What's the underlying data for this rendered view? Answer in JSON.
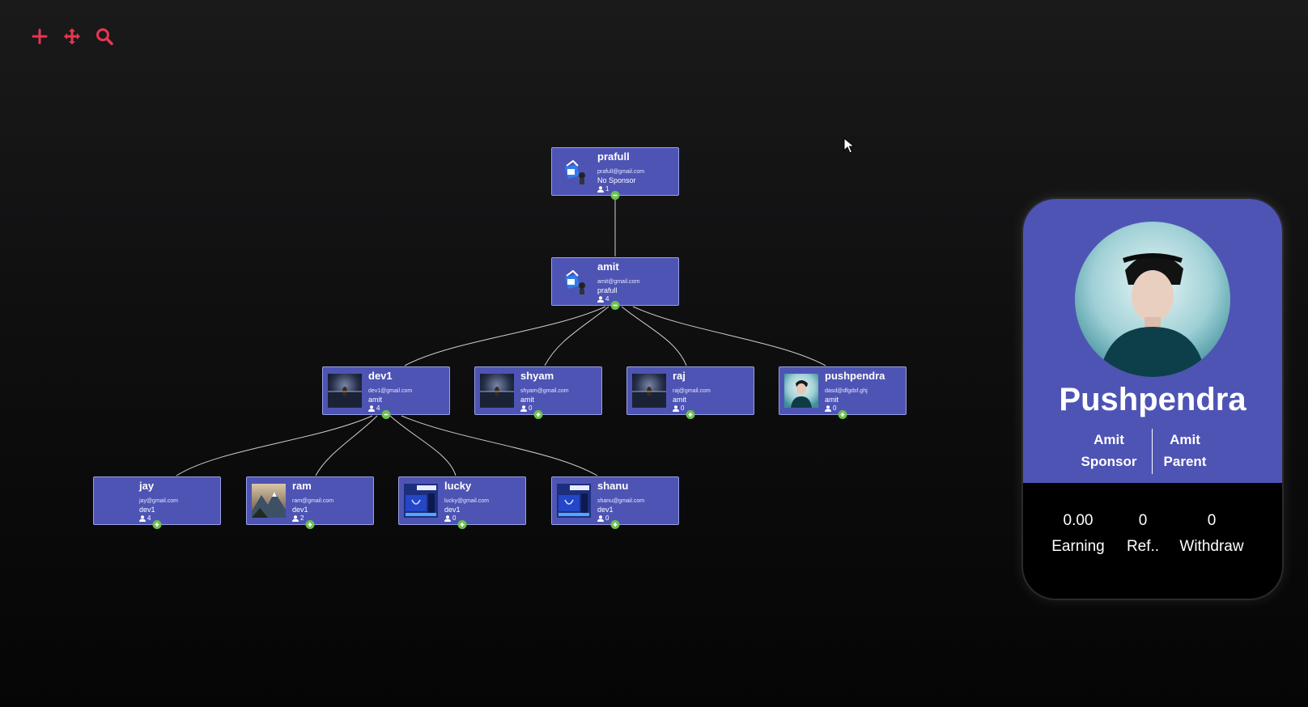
{
  "toolbar": {
    "icons": [
      "plus-icon",
      "move-icon",
      "search-icon"
    ],
    "accent": "#e8364e"
  },
  "colors": {
    "node_bg": "#4e54b4",
    "node_border": "#9aa0e6",
    "toggle": "#6cc24a",
    "link": "#cfcfcf"
  },
  "tree": {
    "prafull": {
      "name": "prafull",
      "email": "prafull@gmail.com",
      "sponsor": "No Sponsor",
      "count": "1",
      "avatar": "blue-logo",
      "toggle": "minus"
    },
    "amit": {
      "name": "amit",
      "email": "amit@gmail.com",
      "sponsor": "prafull",
      "count": "4",
      "avatar": "blue-logo",
      "toggle": "minus"
    },
    "dev1": {
      "name": "dev1",
      "email": "dev1@gmail.com",
      "sponsor": "amit",
      "count": "4",
      "avatar": "night-sky",
      "toggle": "minus"
    },
    "shyam": {
      "name": "shyam",
      "email": "shyam@gmail.com",
      "sponsor": "amit",
      "count": "0",
      "avatar": "night-sky",
      "toggle": "plus"
    },
    "raj": {
      "name": "raj",
      "email": "raj@gmail.com",
      "sponsor": "amit",
      "count": "0",
      "avatar": "night-sky",
      "toggle": "plus"
    },
    "pushpendra": {
      "name": "pushpendra",
      "email": "dasd@dfgdsf.ghj",
      "sponsor": "amit",
      "count": "0",
      "avatar": "person",
      "toggle": "plus"
    },
    "jay": {
      "name": "jay",
      "email": "jay@gmail.com",
      "sponsor": "dev1",
      "count": "4",
      "avatar": "none",
      "toggle": "plus"
    },
    "ram": {
      "name": "ram",
      "email": "ram@gmail.com",
      "sponsor": "dev1",
      "count": "2",
      "avatar": "mountain",
      "toggle": "plus"
    },
    "lucky": {
      "name": "lucky",
      "email": "lucky@gmail.com",
      "sponsor": "dev1",
      "count": "0",
      "avatar": "shopping",
      "toggle": "plus"
    },
    "shanu": {
      "name": "shanu",
      "email": "shanu@gmail.com",
      "sponsor": "dev1",
      "count": "0",
      "avatar": "shopping",
      "toggle": "plus"
    }
  },
  "profile": {
    "name": "Pushpendra",
    "sponsor_value": "Amit",
    "sponsor_label": "Sponsor",
    "parent_value": "Amit",
    "parent_label": "Parent",
    "earning_value": "0.00",
    "earning_label": "Earning",
    "ref_value": "0",
    "ref_label": "Ref..",
    "withdraw_value": "0",
    "withdraw_label": "Withdraw"
  }
}
